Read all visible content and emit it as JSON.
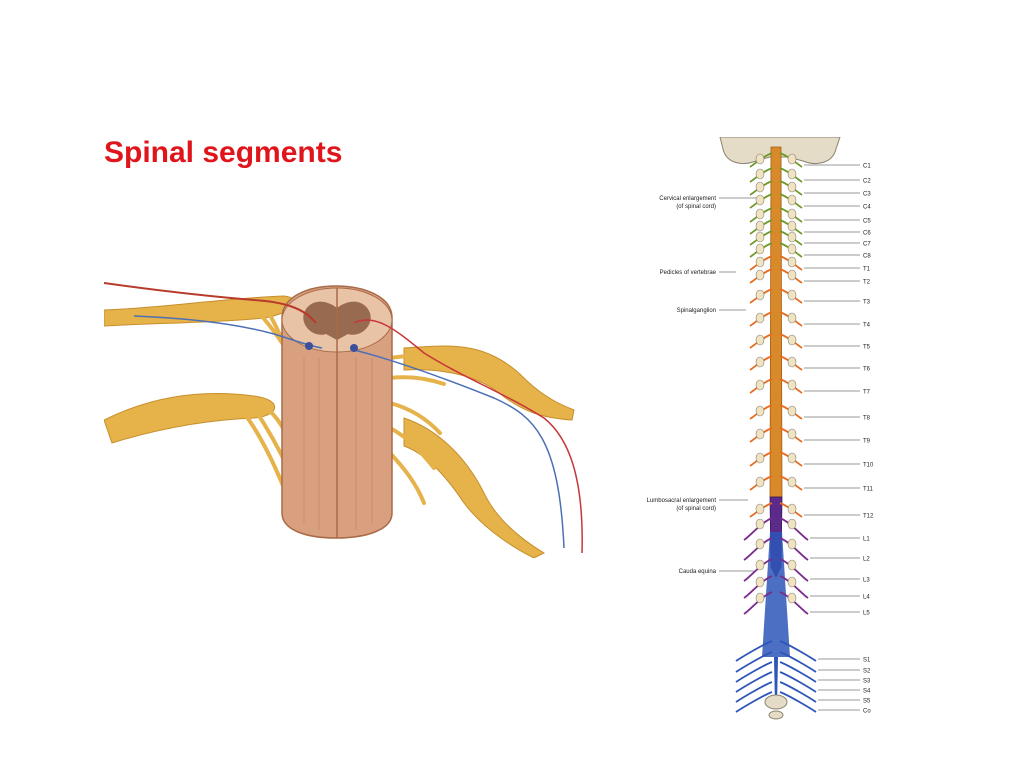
{
  "slide": {
    "title": "Spinal segments"
  },
  "colors": {
    "title": "#e0141b",
    "nerve": "#e6b24a",
    "cord": "#d9a07f",
    "cervical": "#6f9a2a",
    "thoracic": "#e86a1e",
    "lumbar": "#7a2c8c",
    "sacral": "#2d56b8"
  },
  "spine_figure": {
    "left_labels": [
      {
        "name": "cervical-enlargement",
        "line1": "Cervical enlargement",
        "line2": "(of spinal cord)"
      },
      {
        "name": "pedicles-of-vertebrae",
        "line1": "Pedicles of vertebrae",
        "line2": ""
      },
      {
        "name": "spinal-ganglion",
        "line1": "Spinalganglion",
        "line2": ""
      },
      {
        "name": "lumbosacral-enlargement",
        "line1": "Lumbosacral enlargement",
        "line2": "(of spinal cord)"
      },
      {
        "name": "cauda-equina",
        "line1": "Cauda equina",
        "line2": ""
      }
    ],
    "segments": [
      "C1",
      "C2",
      "C3",
      "C4",
      "C5",
      "C6",
      "C7",
      "C8",
      "T1",
      "T2",
      "T3",
      "T4",
      "T5",
      "T6",
      "T7",
      "T8",
      "T9",
      "T10",
      "T11",
      "T12",
      "L1",
      "L2",
      "L3",
      "L4",
      "L5",
      "S1",
      "S2",
      "S3",
      "S4",
      "S5",
      "Co"
    ]
  }
}
